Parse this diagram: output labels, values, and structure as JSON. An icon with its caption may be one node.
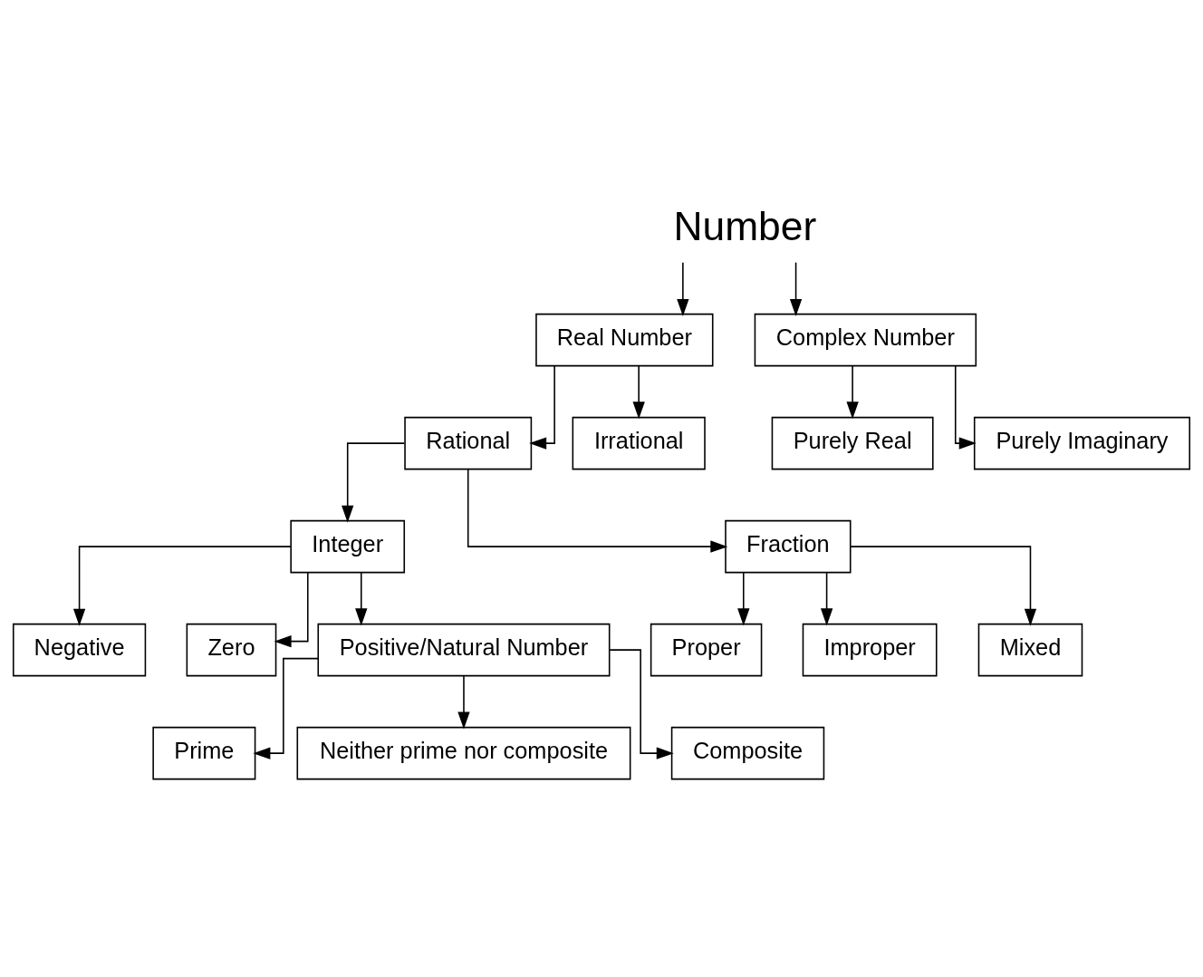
{
  "diagram": {
    "nodes": [
      {
        "text": [
          "Number"
        ]
      },
      {
        "text": [
          "Real Number"
        ]
      },
      {
        "text": [
          "Complex Number"
        ]
      },
      {
        "text": [
          "Rational"
        ]
      },
      {
        "text": [
          "Irrational"
        ]
      },
      {
        "text": [
          "Purely Real"
        ]
      },
      {
        "text": [
          "Purely Imaginary"
        ]
      },
      {
        "text": [
          "Integer"
        ]
      },
      {
        "text": [
          "Fraction"
        ]
      },
      {
        "text": [
          "Negative"
        ]
      },
      {
        "text": [
          "Zero"
        ]
      },
      {
        "text": [
          "Positive/Natural Number"
        ]
      },
      {
        "text": [
          "Proper"
        ]
      },
      {
        "text": [
          "Improper"
        ]
      },
      {
        "text": [
          "Mixed"
        ]
      },
      {
        "text": [
          "Prime"
        ]
      },
      {
        "text": [
          "Neither prime nor composite"
        ]
      },
      {
        "text": [
          "Composite"
        ]
      }
    ],
    "edges": [
      {
        "from": 0,
        "to": 1,
        "arrow": "to"
      },
      {
        "from": 0,
        "to": 2,
        "arrow": "to"
      },
      {
        "from": 1,
        "to": 3,
        "arrow": "to"
      },
      {
        "from": 1,
        "to": 4,
        "arrow": "to"
      },
      {
        "from": 2,
        "to": 5,
        "arrow": "to"
      },
      {
        "from": 2,
        "to": 6,
        "arrow": "to"
      },
      {
        "from": 3,
        "to": 7,
        "arrow": "to"
      },
      {
        "from": 3,
        "to": 8,
        "arrow": "to"
      },
      {
        "from": 7,
        "to": 9,
        "arrow": "to"
      },
      {
        "from": 7,
        "to": 10,
        "arrow": "to"
      },
      {
        "from": 7,
        "to": 11,
        "arrow": "to"
      },
      {
        "from": 8,
        "to": 12,
        "arrow": "to"
      },
      {
        "from": 8,
        "to": 13,
        "arrow": "to"
      },
      {
        "from": 8,
        "to": 14,
        "arrow": "to"
      },
      {
        "from": 11,
        "to": 15,
        "arrow": "to"
      },
      {
        "from": 11,
        "to": 16,
        "arrow": "to"
      },
      {
        "from": 11,
        "to": 17,
        "arrow": "to"
      }
    ]
  }
}
